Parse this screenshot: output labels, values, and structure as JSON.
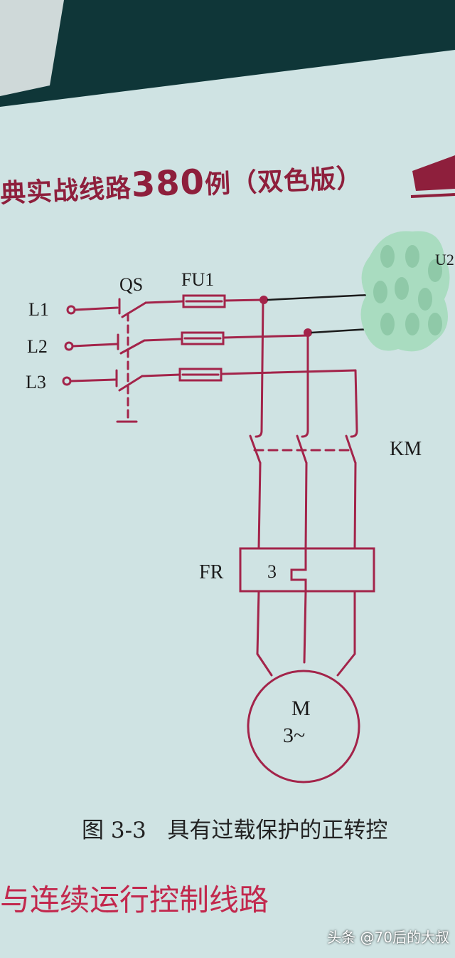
{
  "header": {
    "prefix": "典实战线路",
    "number": "380",
    "suffix": "例（双色版）"
  },
  "diagram": {
    "lines": [
      "L1",
      "L2",
      "L3"
    ],
    "switch_label": "QS",
    "fuse_label": "FU1",
    "contactor_label": "KM",
    "relay_label": "FR",
    "relay_element": "3",
    "motor_label": "M",
    "motor_phase": "3~",
    "partial_label": "U2"
  },
  "caption": {
    "fig": "图 3-3",
    "text": "具有过载保护的正转控"
  },
  "section_title": "与连续运行控制线路",
  "watermark": "头条 @70后的大叔",
  "colors": {
    "paper": "#cfe3e3",
    "ink": "#a3244a",
    "text": "#1b1b1b",
    "background": "#0f3638"
  }
}
